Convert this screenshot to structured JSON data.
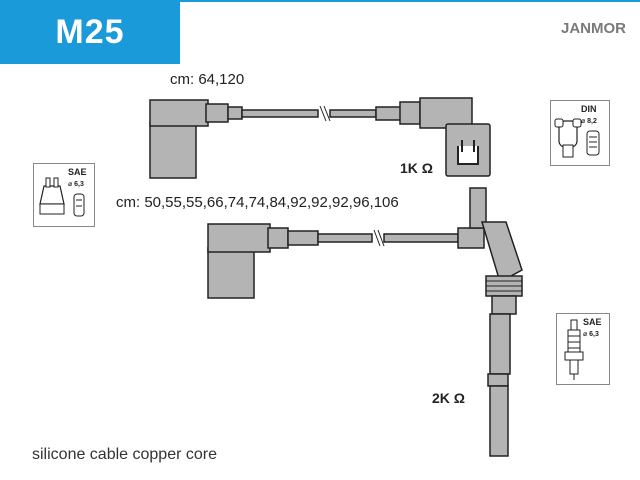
{
  "header": {
    "code": "M25",
    "brand": "JANMOR"
  },
  "cable_set_a": {
    "lengths_label": "cm: 64,120",
    "resistance": "1K Ω"
  },
  "cable_set_b": {
    "lengths_label": "cm: 50,55,55,66,74,74,84,92,92,92,96,106",
    "resistance": "2K Ω"
  },
  "connectors": {
    "din": {
      "title": "DIN",
      "size": "⌀ 8,2"
    },
    "sae_left": {
      "title": "SAE",
      "size": "⌀ 6,3"
    },
    "sae_right": {
      "title": "SAE",
      "size": "⌀ 6,3"
    }
  },
  "footer": {
    "description": "silicone cable copper core"
  },
  "colors": {
    "accent": "#1a9ad8",
    "cable_fill": "#b4b4b4",
    "outline": "#222222"
  }
}
